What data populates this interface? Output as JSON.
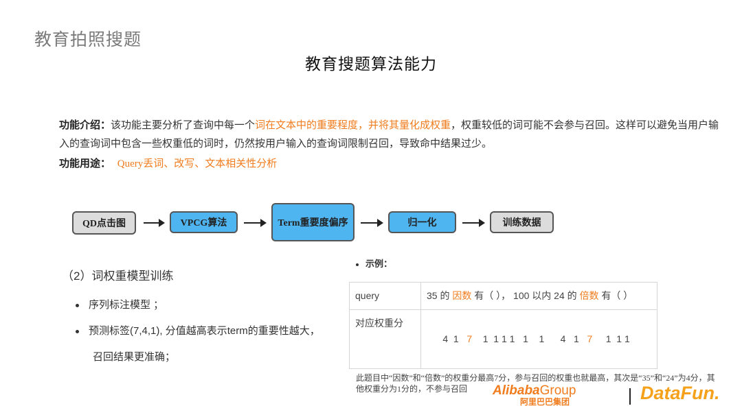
{
  "header": {
    "section_title": "教育拍照搜题",
    "page_title": "教育搜题算法能力"
  },
  "intro": {
    "label": "功能介绍：",
    "text_a": "该功能主要分析了查询中每一个",
    "text_highlight": "词在文本中的重要程度，并将其量化成权重",
    "text_b": "，权重较低的词可能不会参与召回。这样可以避免当用户输入的查询词中包含一些权重低的词时，仍然按用户输入的查询词限制召回，导致命中结果过少。"
  },
  "usage": {
    "label": "功能用途：",
    "text": "Query丢词、改写、文本相关性分析"
  },
  "flow": {
    "steps": [
      "QD点击图",
      "VPCG算法",
      "Term重要度偏序",
      "归一化",
      "训练数据"
    ]
  },
  "training": {
    "title": "（2）词权重模型训练",
    "bullets": [
      "序列标注模型 ；",
      "预测标签(7,4,1), 分值越高表示term的重要性越大，",
      "召回结果更准确；"
    ]
  },
  "example": {
    "label": "示例：",
    "rows": [
      {
        "key": "query",
        "value_parts": [
          {
            "t": "35 的 ",
            "hl": false
          },
          {
            "t": "因数",
            "hl": true
          },
          {
            "t": " 有（  ），  100  以内  24  的 ",
            "hl": false
          },
          {
            "t": "倍数",
            "hl": true
          },
          {
            "t": " 有（ ）",
            "hl": false
          }
        ]
      },
      {
        "key": "对应权重分",
        "value_parts": [
          {
            "t": "4  1   ",
            "hl": false
          },
          {
            "t": "7",
            "hl": true
          },
          {
            "t": "    1  1 1 1   1    1      4   1   ",
            "hl": false
          },
          {
            "t": "7",
            "hl": true
          },
          {
            "t": "     1  1 1",
            "hl": false
          }
        ]
      }
    ],
    "note": "此题目中“因数”和“倍数”的权重分最高7分，参与召回的权重也就最高，其次是“35”和“24”为4分，其他权重分为1分的，不参与召回"
  },
  "logos": {
    "alibaba": "Alibaba",
    "alibaba_group": "Group",
    "alibaba_cn": "阿里巴巴集团",
    "datafun": "DataFun."
  }
}
